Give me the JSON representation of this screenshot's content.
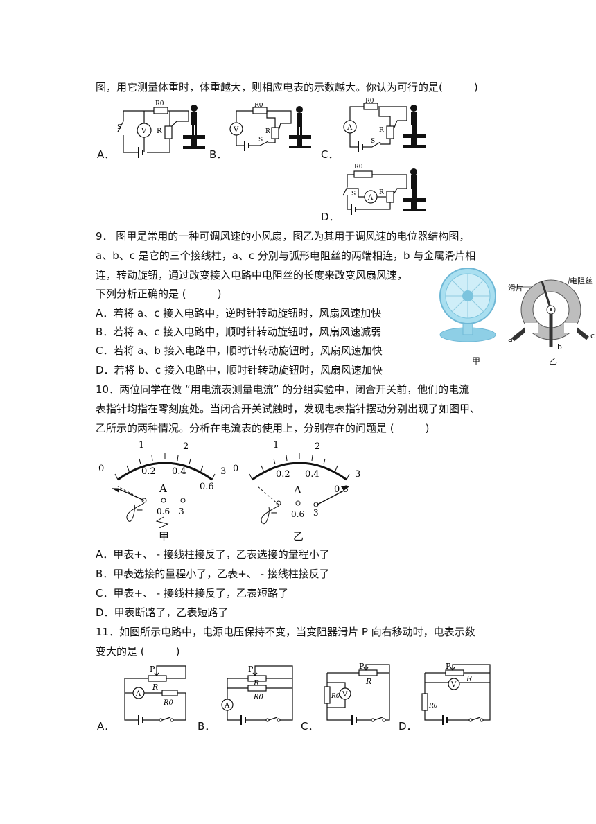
{
  "q8": {
    "stem_tail": "图，用它测量体重时，体重越大，则相应电表的示数越大。你认为可行的是(　　　)",
    "options": [
      {
        "label": "A．",
        "meter": "V"
      },
      {
        "label": "B．",
        "meter": "V"
      },
      {
        "label": "C．",
        "meter": "A"
      },
      {
        "label": "D．",
        "meter": "A"
      }
    ],
    "r0": "R0",
    "r": "R",
    "s": "S"
  },
  "q9": {
    "lines": [
      "9．  图甲是常用的一种可调风速的小风扇，图乙为其用于调风速的电位器结构图，",
      "a、b、c 是它的三个接线柱，a、c 分别与弧形电阻丝的两端相连，b 与金属滑片相",
      "连，转动旋钮，通过改变接入电路中电阻丝的长度来改变风扇风速，",
      "下列分析正确的是 (　　　)"
    ],
    "options": [
      "A．若将 a、c 接入电路中，逆时针转动旋钮时，风扇风速加快",
      "B．若将 a、c 接入电路中，顺时针转动旋钮时，风扇风速减弱",
      "C．若将 a、b 接入电路中，顺时针转动旋钮时，风扇风速加快",
      "D．若将 b、c 接入电路中，顺时针转动旋钮时，风扇风速加快"
    ],
    "fig_jia": "甲",
    "fig_yi": "乙",
    "slider_label": "滑片",
    "wire_label": "电阻丝",
    "a": "a",
    "b": "b",
    "c": "c"
  },
  "q10": {
    "lines": [
      "10．两位同学在做 “用电流表测量电流” 的分组实验中，闭合开关前，他们的电流",
      "表指针均指在零刻度处。当闭合开关试触时，发现电表指针摆动分别出现了如图甲、",
      "乙所示的两种情况。分析在电流表的使用上，分别存在的问题是 (　　　)"
    ],
    "scale_top": [
      "0",
      "1",
      "2",
      "3"
    ],
    "scale_bottom": [
      "0.2",
      "0.4",
      "0.6"
    ],
    "unit": "A",
    "term_labels": [
      "−",
      "0.6",
      "3"
    ],
    "captions": [
      "甲",
      "乙"
    ],
    "options": [
      "A．甲表+、 - 接线柱接反了，乙表选接的量程小了",
      "B．甲表选接的量程小了，乙表+、 - 接线柱接反了",
      "C．甲表+、 - 接线柱接反了，乙表短路了",
      "D．甲表断路了，乙表短路了"
    ]
  },
  "q11": {
    "lines": [
      "11．如图所示电路中，电源电压保持不变，当变阻器滑片 P 向右移动时，电表示数",
      "变大的是 (　　　)"
    ],
    "options": [
      "A．",
      "B．",
      "C．",
      "D．"
    ],
    "p": "P",
    "r": "R",
    "r0": "R0"
  }
}
